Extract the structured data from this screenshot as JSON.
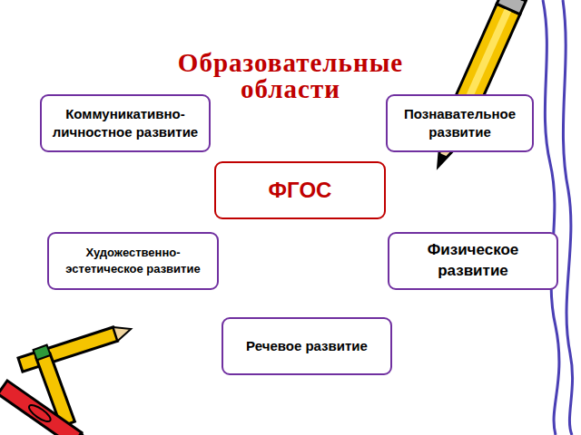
{
  "diagram": {
    "title": "Образовательные области",
    "nodes": [
      {
        "text": [
          "Коммуникативно-личностное развитие"
        ]
      },
      {
        "text": [
          "Познавательное развитие"
        ]
      },
      {
        "text": [
          "ФГОС"
        ]
      },
      {
        "text": [
          "Художественно-эстетическое развитие"
        ]
      },
      {
        "text": [
          "Физическое развитие"
        ]
      },
      {
        "text": [
          "Речевое развитие"
        ]
      }
    ]
  }
}
